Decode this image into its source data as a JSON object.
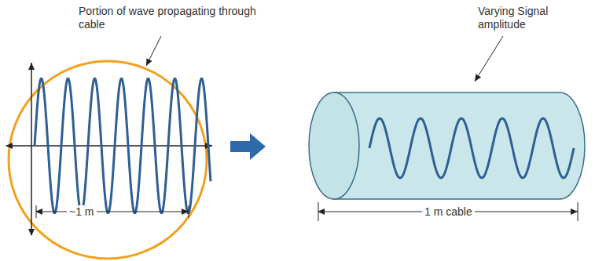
{
  "diagram": {
    "labels": [
      "Portion of wave propagating through cable",
      "~1 m",
      "Varying Signal amplitude",
      "1 m cable"
    ]
  }
}
